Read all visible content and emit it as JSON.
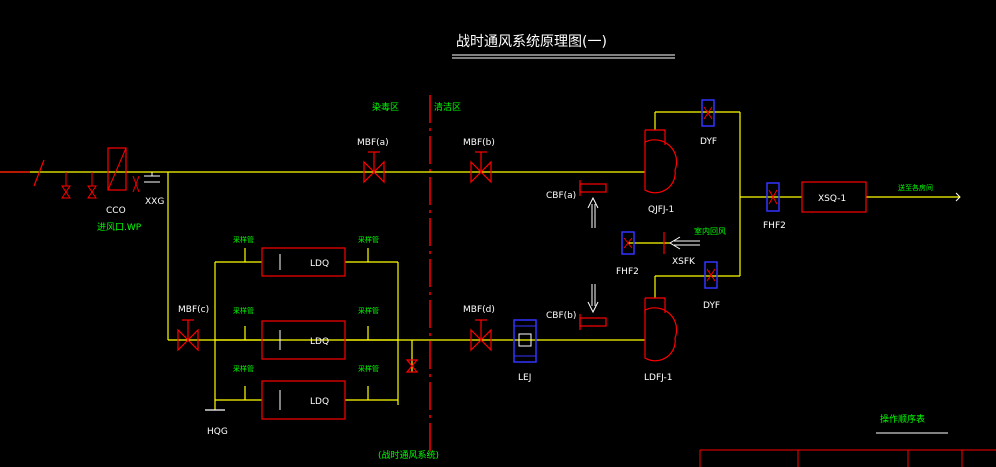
{
  "title": "战时通风系统原理图(一)",
  "zones": {
    "decontam": "染毒区",
    "clean": "清洁区"
  },
  "valves": {
    "mbf_a": "MBF(a)",
    "mbf_b": "MBF(b)",
    "mbf_c": "MBF(c)",
    "mbf_d": "MBF(d)"
  },
  "fittings": {
    "cbf_a": "CBF(a)",
    "cbf_b": "CBF(b)",
    "fhf2_left": "FHF2",
    "fhf2_right": "FHF2",
    "dyf_top": "DYF",
    "dyf_bottom": "DYF",
    "xsfk": "XSFK",
    "lej": "LEJ",
    "hqg": "HQG",
    "xxg": "XXG",
    "cco": "CCO",
    "xsq": "XSQ-1"
  },
  "fans": {
    "qjfj": "QJFJ-1",
    "ldfj": "LDFJ-1"
  },
  "filters": {
    "ldq_1": "LDQ",
    "ldq_2": "LDQ",
    "ldq_3": "LDQ"
  },
  "notes": {
    "intake": "进风口.WP",
    "indoor_air": "室内回风",
    "to_rooms": "送至各房间",
    "pipe_labels": [
      "采样管",
      "采样管",
      "采样管",
      "采样管",
      "采样管",
      "采样管"
    ],
    "op_table": "操作顺序表",
    "system_caption": "(战时通风系统)"
  },
  "colors": {
    "pipe": "#ffff00",
    "valve": "#ff0000",
    "label": "#00ff00",
    "equipment_text": "#ffffff",
    "blue_box": "#3333ff",
    "title": "#ffffff"
  }
}
